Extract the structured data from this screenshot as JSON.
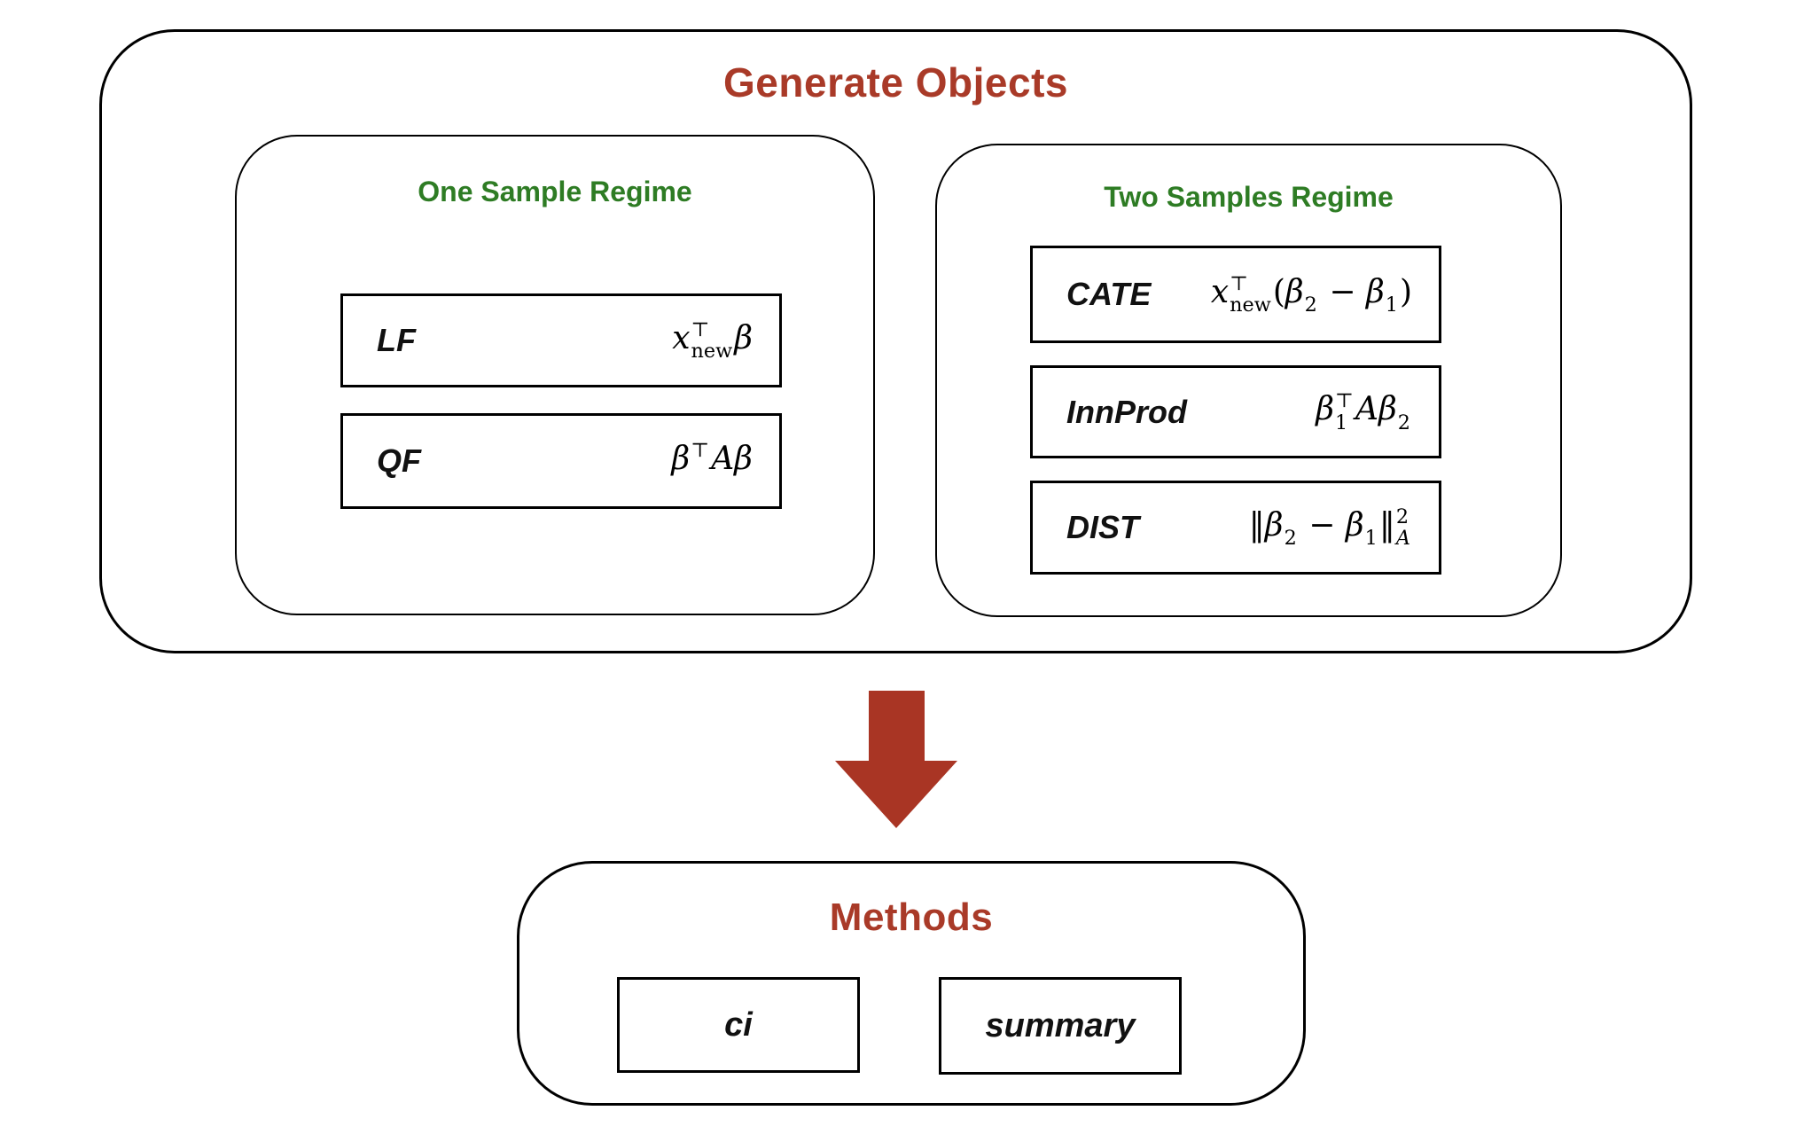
{
  "colors": {
    "heading_red": "#a93a28",
    "regime_green": "#2e7c24",
    "arrow_red": "#a93524",
    "border_black": "#000000",
    "background": "#ffffff"
  },
  "generate_objects": {
    "title": "Generate Objects",
    "one_sample": {
      "title": "One Sample Regime",
      "rows": [
        {
          "label": "LF",
          "formula": [
            {
              "v": "x",
              "i": true
            },
            {
              "sup": "⊤",
              "sub": "new"
            },
            {
              "v": "β",
              "i": true
            }
          ]
        },
        {
          "label": "QF",
          "formula": [
            {
              "v": "β",
              "i": true
            },
            {
              "sup": "⊤"
            },
            {
              "v": "Aβ",
              "i": true
            }
          ]
        }
      ]
    },
    "two_samples": {
      "title": "Two Samples Regime",
      "rows": [
        {
          "label": "CATE",
          "formula": [
            {
              "v": "x",
              "i": true
            },
            {
              "sup": "⊤",
              "sub": "new"
            },
            {
              "v": "(",
              "i": false
            },
            {
              "v": "β",
              "i": true
            },
            {
              "sub": "2"
            },
            {
              "v": " − ",
              "i": false
            },
            {
              "v": "β",
              "i": true
            },
            {
              "sub": "1"
            },
            {
              "v": ")",
              "i": false
            }
          ]
        },
        {
          "label": "InnProd",
          "formula": [
            {
              "v": "β",
              "i": true
            },
            {
              "sup": "⊤",
              "sub": "1"
            },
            {
              "v": "Aβ",
              "i": true
            },
            {
              "sub": "2"
            }
          ]
        },
        {
          "label": "DIST",
          "formula": [
            {
              "v": "‖",
              "i": false
            },
            {
              "v": "β",
              "i": true
            },
            {
              "sub": "2"
            },
            {
              "v": " − ",
              "i": false
            },
            {
              "v": "β",
              "i": true
            },
            {
              "sub": "1"
            },
            {
              "v": "‖",
              "i": false
            },
            {
              "sup": "2",
              "sub": "A",
              "subI": true
            }
          ]
        }
      ]
    }
  },
  "arrow": {
    "direction": "down"
  },
  "methods": {
    "title": "Methods",
    "items": [
      {
        "label": "ci"
      },
      {
        "label": "summary"
      }
    ]
  }
}
